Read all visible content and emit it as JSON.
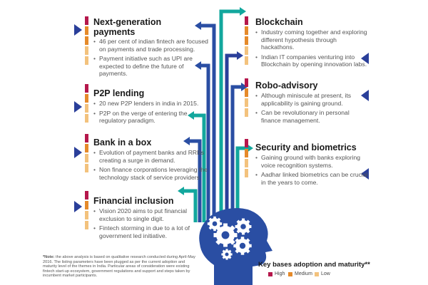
{
  "colors": {
    "high": "#b5174b",
    "medium": "#e58a2a",
    "low": "#f3c27d",
    "blue": "#2a4ea3",
    "navy": "#2a3f9a",
    "teal": "#12a79d"
  },
  "left_sections": [
    {
      "title": "Next-generation payments",
      "bullets": [
        "46 per cent of indian fintech are focused on payments and trade processing.",
        "Payment initiative such as UPI are expected to define the future of payments."
      ],
      "bar": [
        "high",
        "medium",
        "medium",
        "low",
        "low"
      ]
    },
    {
      "title": "P2P lending",
      "bullets": [
        "20 new P2P lenders in india in 2015.",
        "P2P on the verge of entering the regulatory paradigm."
      ],
      "bar": [
        "high",
        "medium",
        "low",
        "low"
      ]
    },
    {
      "title": "Bank in a box",
      "bullets": [
        "Evolution of payment banks and RRBs creating a surge in demand.",
        "Non finance corporations leveraging the technology stack of service providers."
      ],
      "bar": [
        "high",
        "medium",
        "low",
        "low"
      ]
    },
    {
      "title": "Financial inclusion",
      "bullets": [
        "Vision 2020 aims to put financial exclusion to single digit.",
        "Fintech storming in due to a lot of government led initiative."
      ],
      "bar": [
        "high",
        "medium",
        "low",
        "low"
      ]
    }
  ],
  "right_sections": [
    {
      "title": "Blockchain",
      "bullets": [
        "Industry coming together and exploring different hypothesis through hackathons.",
        "Indian IT companies venturing into Blockchain by opening innovation labs."
      ],
      "bar": [
        "high",
        "medium",
        "medium",
        "low",
        "low"
      ]
    },
    {
      "title": "Robo-advisory",
      "bullets": [
        "Although miniscule at present, its applicability is gaining ground.",
        "Can be revolutionary in personal finance management."
      ],
      "bar": [
        "high",
        "medium",
        "low",
        "low"
      ]
    },
    {
      "title": "Security and biometrics",
      "bullets": [
        "Gaining ground with banks exploring voice recognition systems.",
        "Aadhar linked biometrics can be crucial in the years to come."
      ],
      "bar": [
        "high",
        "medium",
        "low",
        "low"
      ]
    }
  ],
  "note": {
    "label": "*Note:",
    "text": " the above analysis is based on qualitative research conducted during April-May 2016. The listing parameters have been plugged as per the current adoption and maturity level of the themes in India. Particular areas of consideration were existing fintech start-up ecosystem, government regulations and support and steps taken by incumbent market participants."
  },
  "legend": {
    "title": "Key bases adoption and maturity**",
    "items": [
      {
        "label": "High",
        "level": "high"
      },
      {
        "label": "Medium",
        "level": "medium"
      },
      {
        "label": "Low",
        "level": "low"
      }
    ]
  }
}
